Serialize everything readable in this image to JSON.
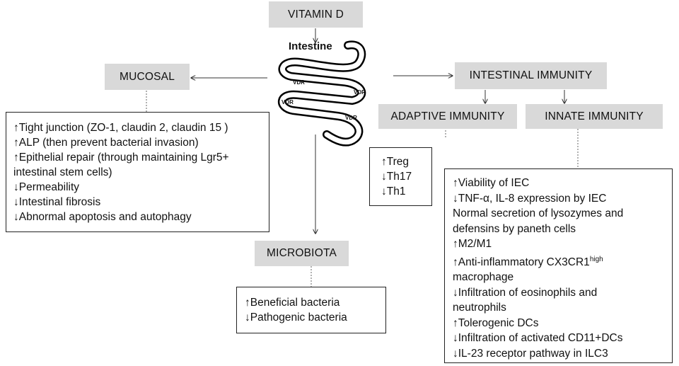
{
  "vitamin_d": "VITAMIN D",
  "intestine": {
    "title": "Intestine",
    "vdr_labels": [
      "VDR",
      "VDR",
      "VDR",
      "VDR"
    ]
  },
  "mucosal": {
    "label": "MUCOSAL",
    "items": [
      "↑Tight junction (ZO-1, claudin 2, claudin 15 )",
      "↑ALP (then prevent bacterial invasion)",
      "↑Epithelial repair (through maintaining Lgr5+",
      "intestinal stem cells)",
      "↓Permeability",
      "↓Intestinal fibrosis",
      "↓Abnormal apoptosis and autophagy"
    ]
  },
  "intestinal_immunity": "INTESTINAL IMMUNITY",
  "adaptive": {
    "label": "ADAPTIVE IMMUNITY",
    "items": [
      "↑Treg",
      "↓Th17",
      "↓Th1"
    ]
  },
  "innate": {
    "label": "INNATE IMMUNITY",
    "items": [
      "↑Viability of IEC",
      "↓TNF-α,  IL-8 expression by IEC",
      "Normal secretion of lysozymes and",
      "defensins by paneth cells",
      "↑M2/M1",
      "↑Anti-inflammatory CX3CR1",
      "macrophage",
      "↓Infiltration of eosinophils and",
      "neutrophils",
      "↑Tolerogenic DCs",
      "↓Infiltration of activated CD11+DCs",
      "↓IL-23 receptor pathway in ILC3"
    ],
    "superscript": "high"
  },
  "microbiota": {
    "label": "MICROBIOTA",
    "items": [
      "↑Beneficial bacteria",
      "↓Pathogenic bacteria"
    ]
  }
}
